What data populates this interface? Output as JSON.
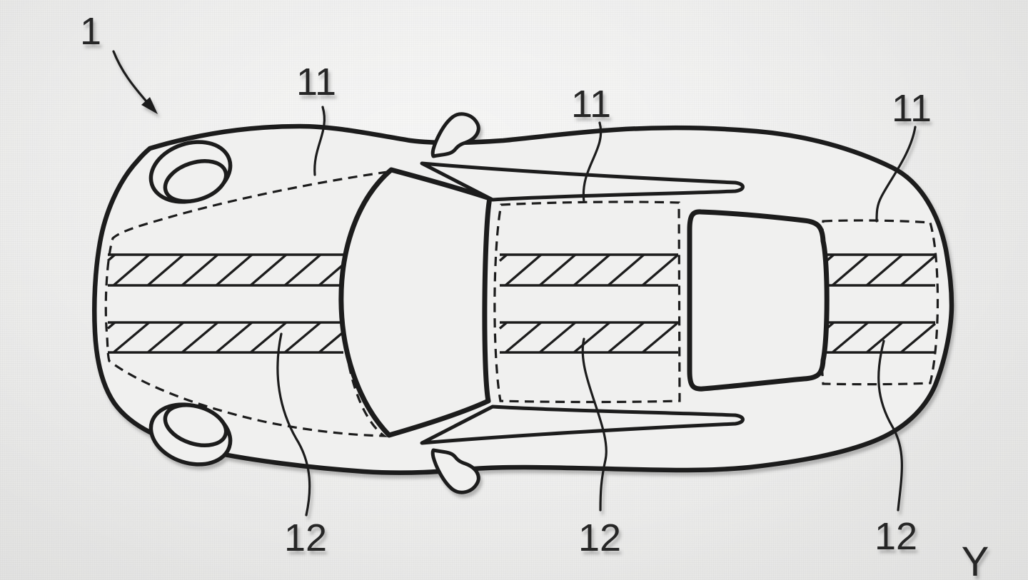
{
  "figure": {
    "description": "Patent-style top view line drawing of a sports car with hatched longitudinal stripe sections",
    "refs": {
      "vehicle": "1",
      "section_labels": [
        "11",
        "11",
        "11"
      ],
      "stripe_labels": [
        "12",
        "12",
        "12"
      ],
      "axis": "Y"
    },
    "colors": {
      "line": "#1e1e1e",
      "paper_center": "#ededec",
      "paper_edge": "#cdcdcc",
      "body_fill": "#f0f0ef"
    }
  }
}
